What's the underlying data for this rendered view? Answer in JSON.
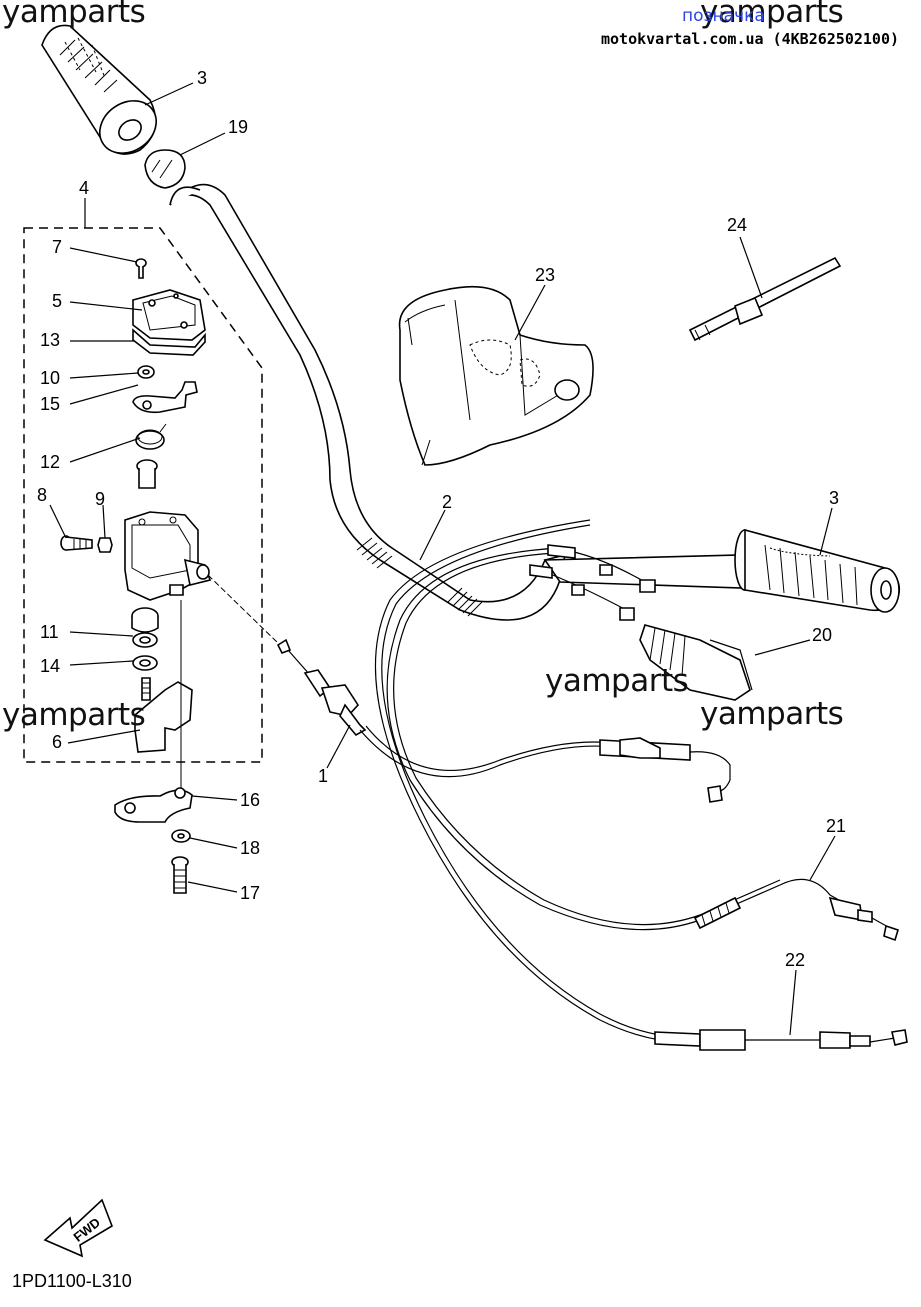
{
  "watermarks": {
    "top_left": "yamparts",
    "top_right": "yamparts",
    "mid_center": "yamparts",
    "mid_right": "yamparts",
    "mid_left": "yamparts"
  },
  "header": {
    "link_text": "позначка",
    "source_text": "motokvartal.com.ua (4KB262502100)"
  },
  "footer": {
    "diagram_code": "1PD1100-L310"
  },
  "fwd_label": "FWD",
  "callouts": {
    "c1": "1",
    "c2": "2",
    "c3a": "3",
    "c3b": "3",
    "c4": "4",
    "c5": "5",
    "c6": "6",
    "c7": "7",
    "c8": "8",
    "c9": "9",
    "c10": "10",
    "c11": "11",
    "c12": "12",
    "c13": "13",
    "c14": "14",
    "c15": "15",
    "c16": "16",
    "c17": "17",
    "c18": "18",
    "c19": "19",
    "c20": "20",
    "c21": "21",
    "c22": "22",
    "c23": "23",
    "c24": "24"
  }
}
